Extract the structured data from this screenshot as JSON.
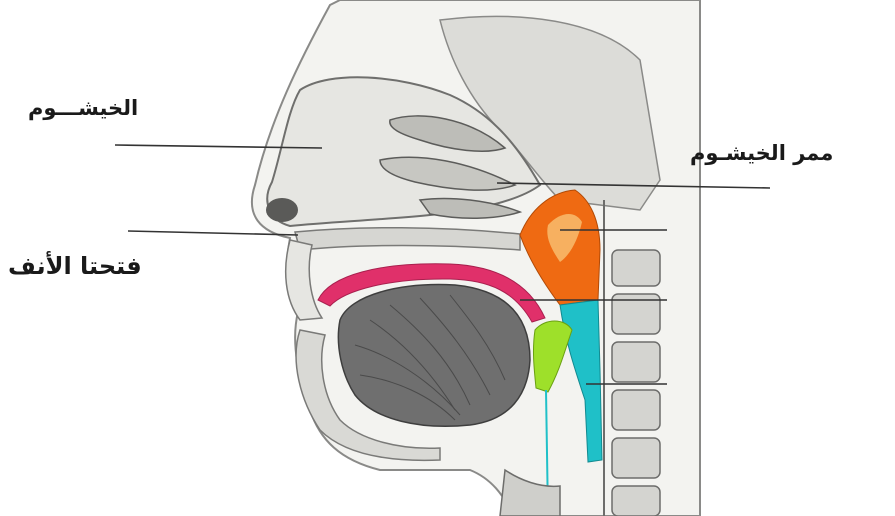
{
  "diagram": {
    "labels": {
      "nasal_cavity": "الخيشـــوم",
      "nasopharynx": "ممر الخيشـوم",
      "nostrils": "فتحتا الأنف"
    },
    "colors": {
      "bone": "#d8d8d4",
      "bone_outline": "#7a7a78",
      "skin": "#efefec",
      "tongue": "#6f6f6f",
      "soft_palate": "#e0306a",
      "nasopharynx": "#ef6a12",
      "oropharynx": "#1fc0c8",
      "epiglottis_region": "#9ee02a",
      "leader_line": "#333333"
    }
  }
}
